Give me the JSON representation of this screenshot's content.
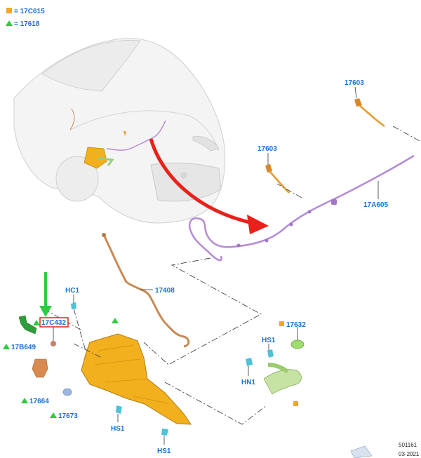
{
  "legend": [
    {
      "symbol": "square",
      "color": "#f5a623",
      "label": "= 17C615"
    },
    {
      "symbol": "triangle",
      "color": "#2ecc40",
      "label": "= 17618"
    }
  ],
  "callouts": {
    "c17603a": "17603",
    "c17603b": "17603",
    "c17a605": "17A605",
    "c17408": "17408",
    "chc1": "HC1",
    "c17c432": "17C432",
    "c17b649": "17B649",
    "c17664": "17664",
    "c17673": "17673",
    "chs1a": "HS1",
    "chs1b": "HS1",
    "chs1c": "HS1",
    "chn1": "HN1",
    "c17632": "17632"
  },
  "footer": {
    "code": "501161",
    "date": "03-2021"
  },
  "colors": {
    "callout": "#1a6fd6",
    "arrow_red": "#e8211b",
    "arrow_green": "#2ecc40",
    "reservoir": "#f2b01e",
    "hose": "#b58ad6",
    "tube": "#c98a55"
  }
}
